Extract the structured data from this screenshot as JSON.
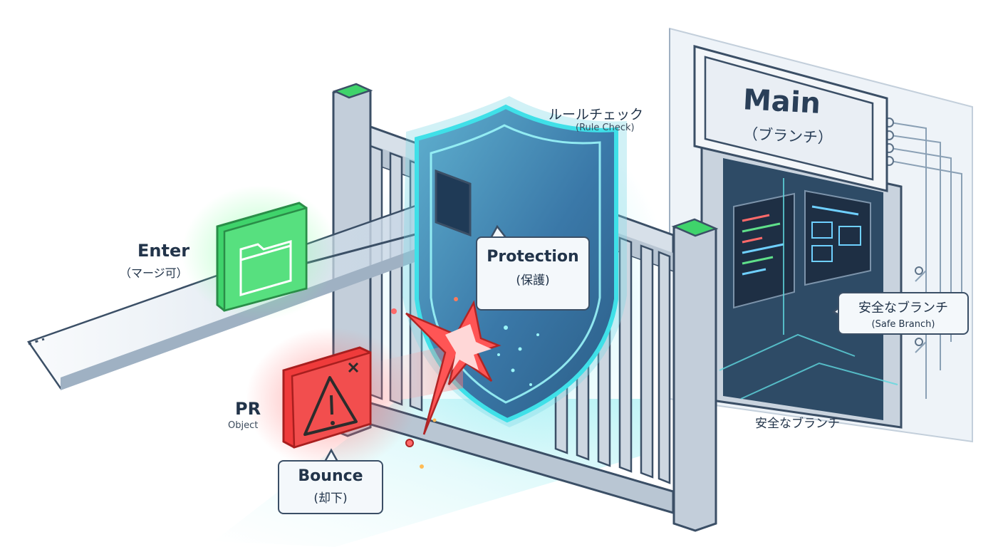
{
  "labels": {
    "enter_main": "Enter",
    "enter_sub": "（マージ可）",
    "pr_main": "PR",
    "pr_sub": "Object",
    "bounce_main": "Bounce",
    "bounce_sub": "(却下)",
    "protection_main": "Protection",
    "protection_sub": "(保護)",
    "rule_check_jp": "ルールチェック",
    "rule_check_en": "(Rule Check)",
    "main_title": "Main",
    "main_sub": "（ブランチ）",
    "safe_branch_jp": "安全なブランチ",
    "safe_branch_en": "(Safe Branch)",
    "safe_branch_floor": "安全なブランチ"
  },
  "colors": {
    "accept_green": "#3fd36b",
    "reject_red": "#ef3b3b",
    "shield_cyan": "#3fe0e8",
    "shield_blue": "#3a78a8",
    "outline": "#3b4f66",
    "gate_gray": "#c9d3de"
  },
  "icons": {
    "accepted_pr": "folder-icon",
    "rejected_pr": "warning-icon",
    "shield": "shield-icon",
    "arrow": "arrow-right-icon",
    "impact": "impact-burst-icon"
  }
}
